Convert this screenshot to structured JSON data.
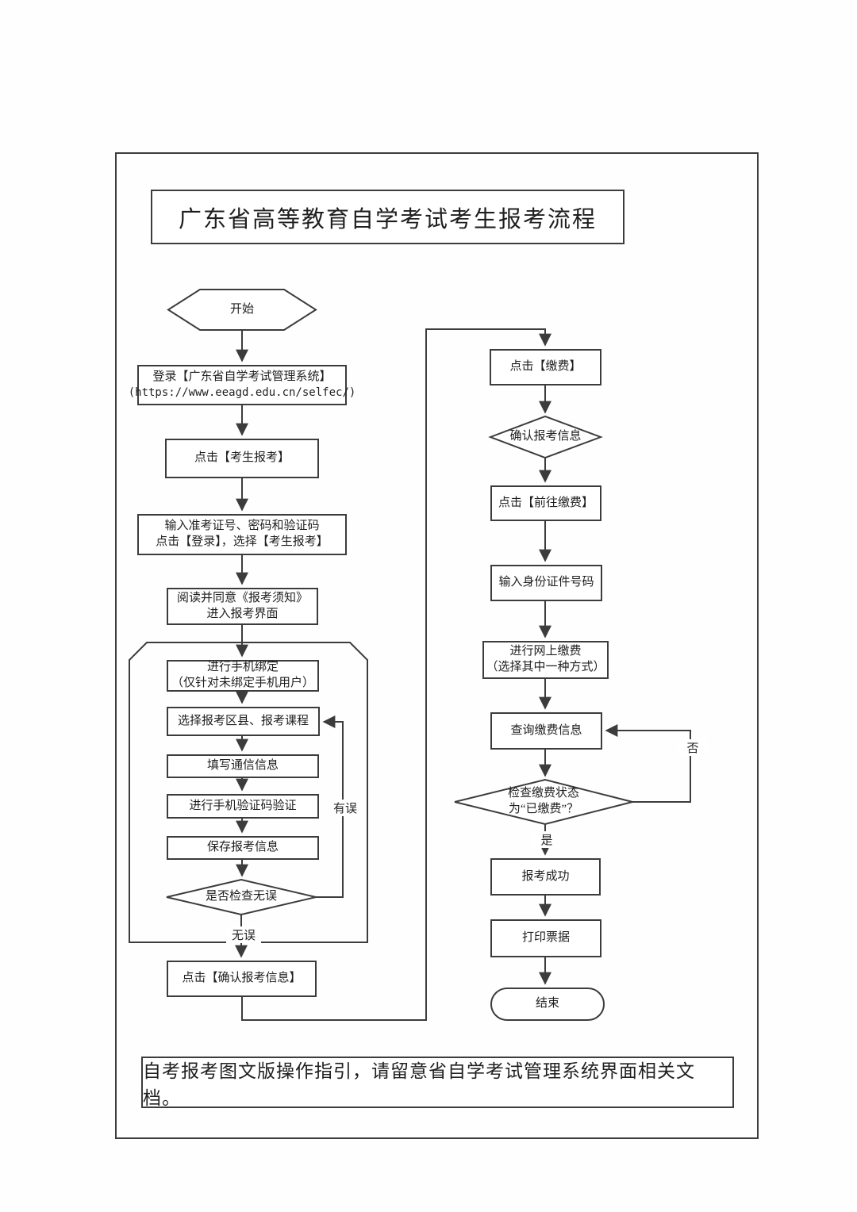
{
  "page": {
    "title": "广东省高等教育自学考试考生报考流程",
    "footer_note": "自考报考图文版操作指引，请留意省自学考试管理系统界面相关文档。"
  },
  "nodes": {
    "start": "开始",
    "login_line1": "登录【广东省自学考试管理系统】",
    "login_line2": "(https://www.eeagd.edu.cn/selfec/)",
    "click_register": "点击【考生报考】",
    "enter_credentials_line1": "输入准考证号、密码和验证码",
    "enter_credentials_line2": "点击【登录】，选择【考生报考】",
    "read_notice_line1": "阅读并同意《报考须知》",
    "read_notice_line2": "进入报考界面",
    "bind_phone_line1": "进行手机绑定",
    "bind_phone_line2": "（仅针对未绑定手机用户）",
    "select_courses": "选择报考区县、报考课程",
    "fill_contact": "填写通信信息",
    "verify_phone": "进行手机验证码验证",
    "save_info": "保存报考信息",
    "check_correct": "是否检查无误",
    "confirm_info": "点击【确认报考信息】",
    "click_pay": "点击【缴费】",
    "confirm_reg_info": "确认报考信息",
    "go_pay": "点击【前往缴费】",
    "enter_id": "输入身份证件号码",
    "online_pay_line1": "进行网上缴费",
    "online_pay_line2": "（选择其中一种方式）",
    "query_pay": "查询缴费信息",
    "check_status_line1": "检查缴费状态",
    "check_status_line2": "为“已缴费”？",
    "success": "报考成功",
    "print_receipt": "打印票据",
    "end": "结束"
  },
  "labels": {
    "has_error": "有误",
    "no_error": "无误",
    "yes": "是",
    "no": "否"
  },
  "colors": {
    "line": "#3c3c3c",
    "text": "#1f1f1f",
    "background": "#ffffff"
  }
}
